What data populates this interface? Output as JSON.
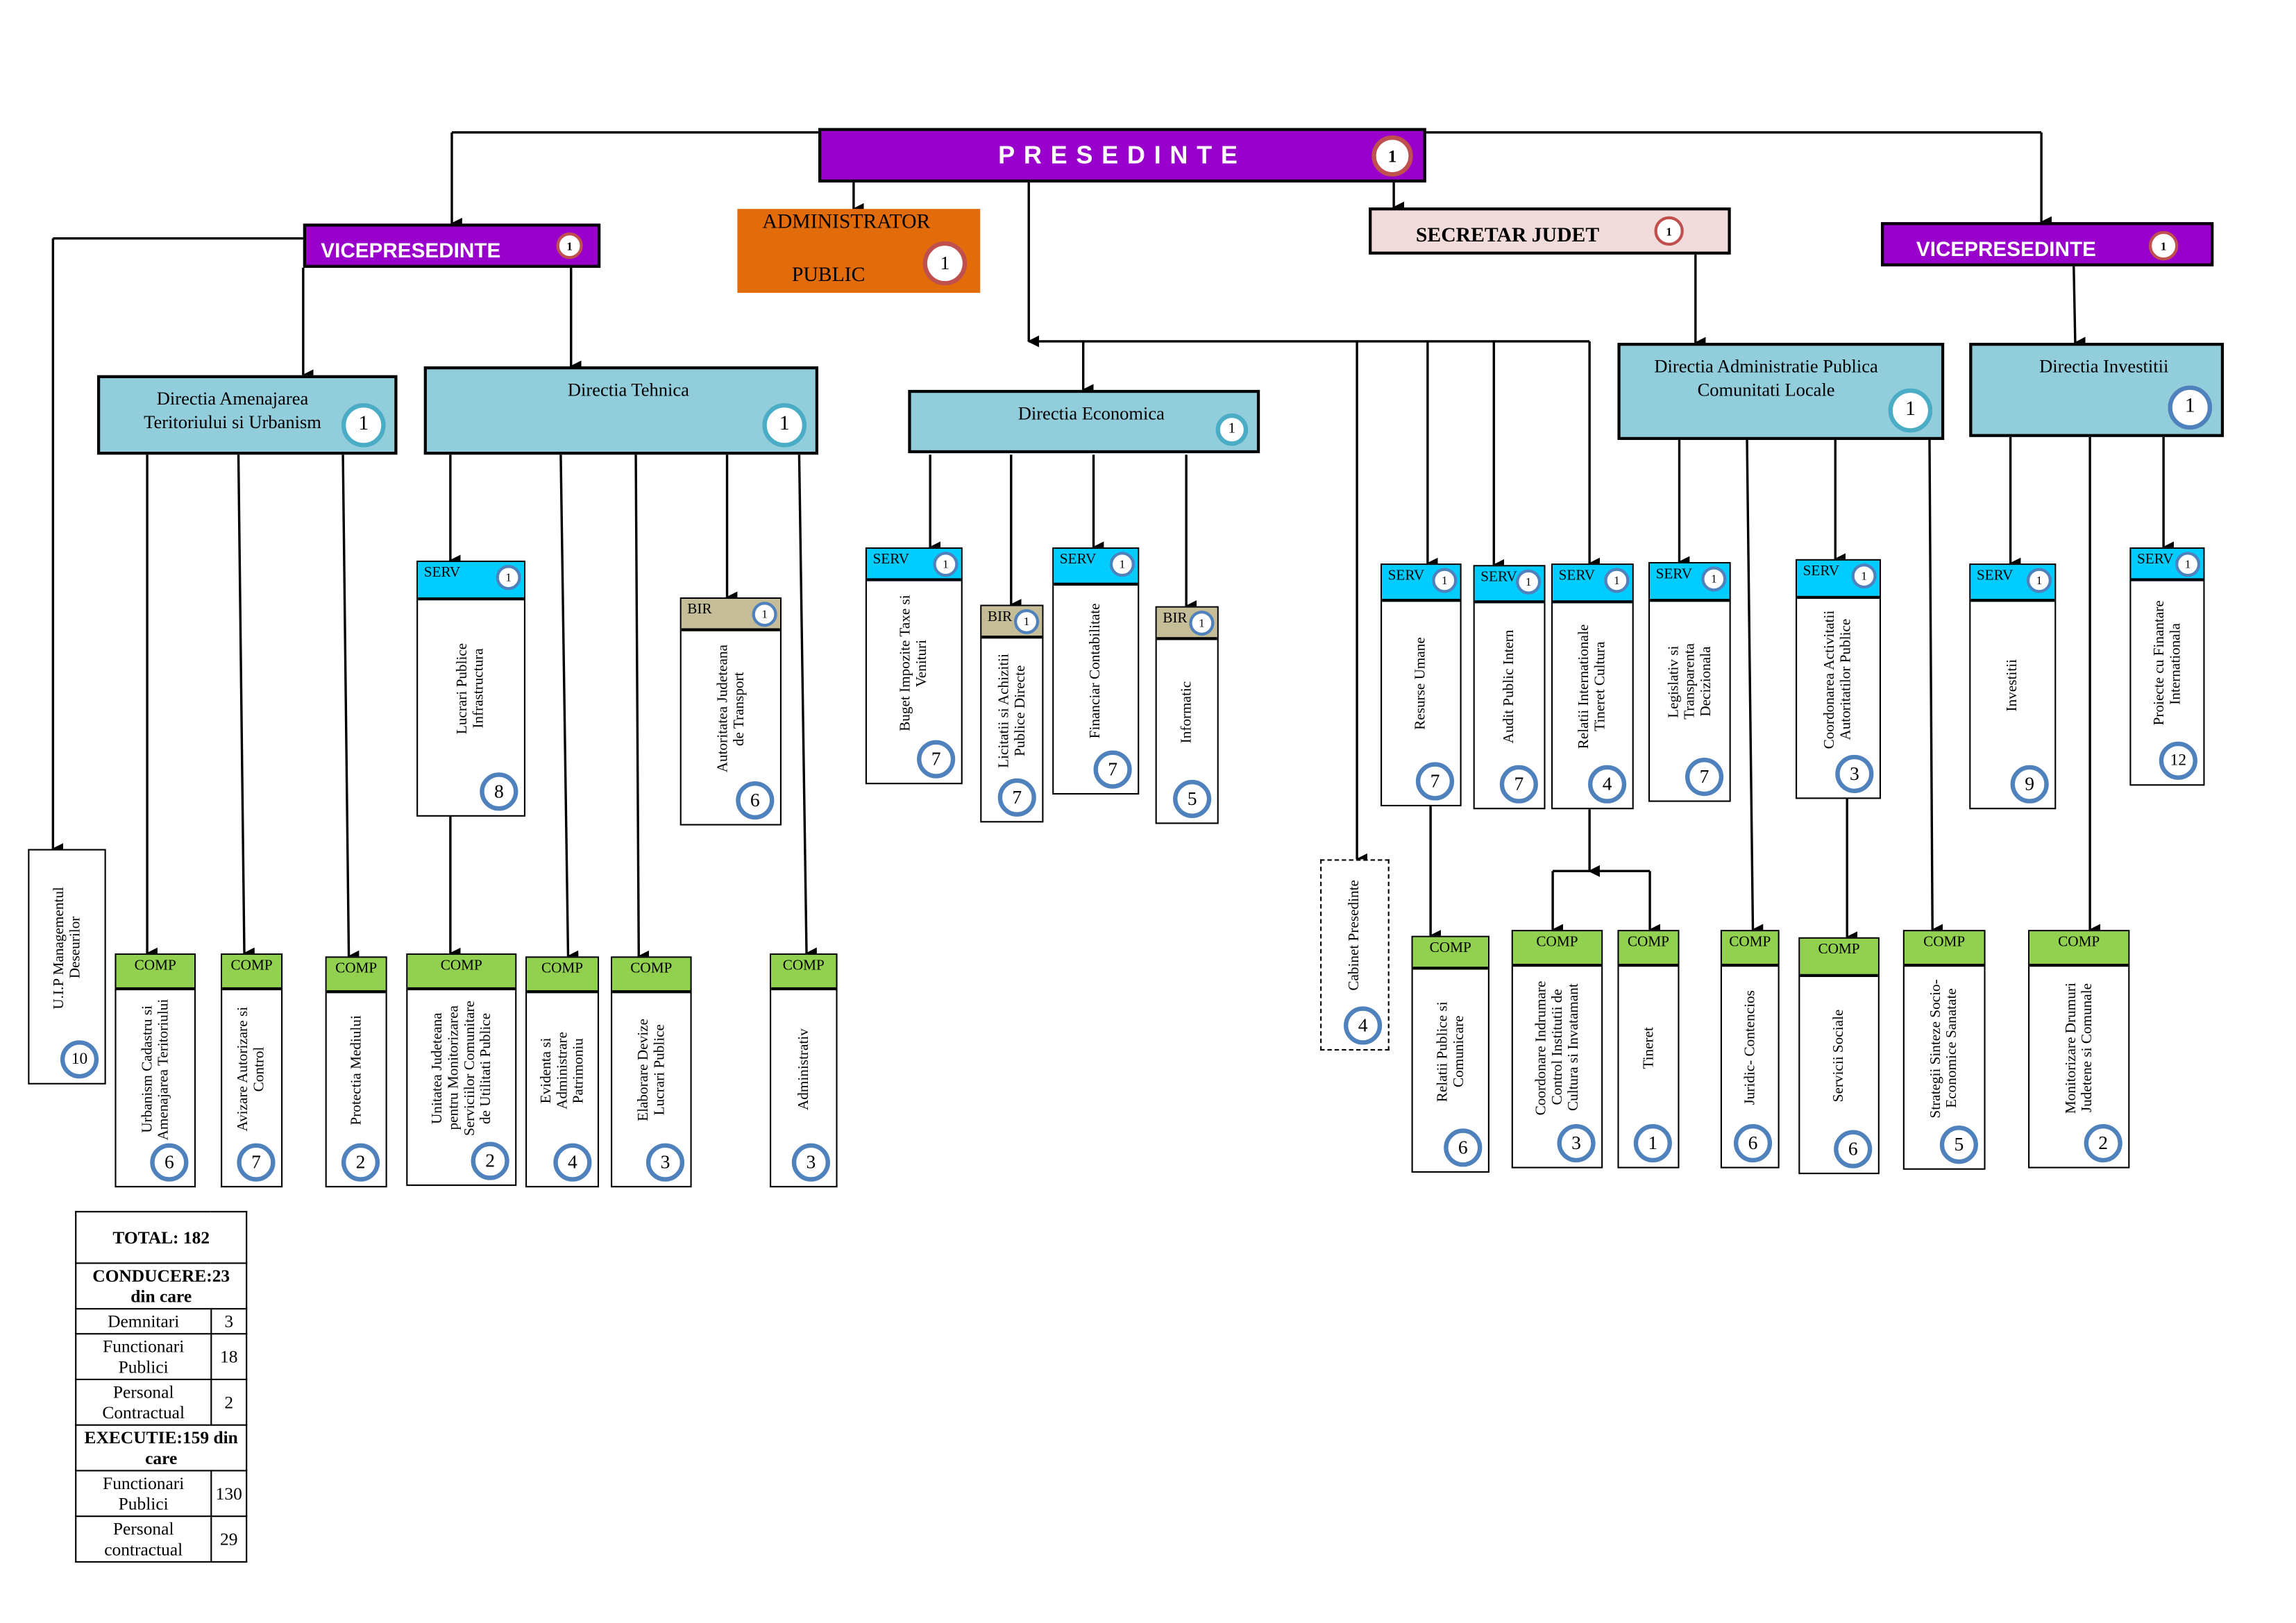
{
  "colors": {
    "leadership": "#9900cc",
    "administrator": "#e36c0a",
    "secretar": "#f2dcdb",
    "directie": "#92cddc",
    "serviciu": "#00ccff",
    "birou": "#c4bd97",
    "compartiment": "#92d050"
  },
  "top": {
    "presedinte": {
      "label": "PRESEDINTE",
      "count": "1"
    },
    "vicepresedinte_left": {
      "label": "VICEPRESEDINTE",
      "count": "1"
    },
    "administrator": {
      "line1": "ADMINISTRATOR",
      "line2": "PUBLIC",
      "count": "1"
    },
    "secretar": {
      "label": "SECRETAR JUDET",
      "count": "1"
    },
    "vicepresedinte_right": {
      "label": "VICEPRESEDINTE",
      "count": "1"
    }
  },
  "directions": [
    {
      "name": "Directia Amenajarea Teritoriului si Urbanism",
      "count": "1"
    },
    {
      "name": "Directia Tehnica",
      "count": "1"
    },
    {
      "name": "Directia Economica",
      "count": "1"
    },
    {
      "name": "Directia Administratie Publica Comunitati Locale",
      "count": "1"
    },
    {
      "name": "Directia Investitii",
      "count": "1"
    }
  ],
  "units": [
    {
      "type": "",
      "label": "U.I.P Managementul Deseurilor",
      "count": "10"
    },
    {
      "type": "COMP",
      "label": "Urbanism Cadastru si Amenajarea Teritoriului",
      "count": "6"
    },
    {
      "type": "COMP",
      "label": "Avizare Autorizare si Control",
      "count": "7"
    },
    {
      "type": "COMP",
      "label": "Protectia Mediului",
      "count": "2"
    },
    {
      "type": "SERV",
      "label": "Lucrari Publice Infrastructura",
      "count": "8",
      "head_count": "1"
    },
    {
      "type": "COMP",
      "label": "Unitatea Judeteana pentru Monitorizarea Serviciilor Comunitare de Utilitati Publice",
      "count": "2"
    },
    {
      "type": "COMP",
      "label": "Evidenta si Administrare Patrimoniu",
      "count": "4"
    },
    {
      "type": "COMP",
      "label": "Elaborare Devize Lucrari Publice",
      "count": "3"
    },
    {
      "type": "BIR",
      "label": "Autoritatea Judeteana de Transport",
      "count": "6",
      "head_count": "1"
    },
    {
      "type": "COMP",
      "label": "Administrativ",
      "count": "3"
    },
    {
      "type": "SERV",
      "label": "Buget Impozite Taxe si Venituri",
      "count": "7",
      "head_count": "1"
    },
    {
      "type": "BIR",
      "label": "Licitatii si Achizitii Publice Directe",
      "count": "7",
      "head_count": "1"
    },
    {
      "type": "SERV",
      "label": "Financiar Contabilitate",
      "count": "7",
      "head_count": "1"
    },
    {
      "type": "BIR",
      "label": "Informatic",
      "count": "5",
      "head_count": "1"
    },
    {
      "type": "",
      "label": "Cabinet Presedinte",
      "count": "4"
    },
    {
      "type": "SERV",
      "label": "Resurse Umane",
      "count": "7",
      "head_count": "1"
    },
    {
      "type": "SERV",
      "label": "Audit Public Intern",
      "count": "7",
      "head_count": "1"
    },
    {
      "type": "SERV",
      "label": "Relatii Internationale Tineret Cultura",
      "count": "4",
      "head_count": "1"
    },
    {
      "type": "SERV",
      "label": "Legislativ si Transparenta Decizionala",
      "count": "7",
      "head_count": "1"
    },
    {
      "type": "SERV",
      "label": "Coordonarea Activitatii Autoritatilor Publice",
      "count": "3",
      "head_count": "1"
    },
    {
      "type": "SERV",
      "label": "Investitii",
      "count": "9",
      "head_count": "1"
    },
    {
      "type": "SERV",
      "label": "Proiecte cu Finantare Internationala",
      "count": "12",
      "head_count": "1"
    },
    {
      "type": "COMP",
      "label": "Relatii Publice si Comunicare",
      "count": "6"
    },
    {
      "type": "COMP",
      "label": "Coordonare Indrumare Control Institutii de Cultura si Invatamant",
      "count": "3"
    },
    {
      "type": "COMP",
      "label": "Tineret",
      "count": "1"
    },
    {
      "type": "COMP",
      "label": "Juridic- Contencios",
      "count": "6"
    },
    {
      "type": "COMP",
      "label": "Servicii Sociale",
      "count": "6"
    },
    {
      "type": "COMP",
      "label": "Strategii Sinteze Socio-Economice Sanatate",
      "count": "5"
    },
    {
      "type": "COMP",
      "label": "Monitorizare Drumuri Judetene si Comunale",
      "count": "2"
    }
  ],
  "summary": {
    "total": "TOTAL: 182",
    "conducere": "CONDUCERE:23 din care",
    "conducere_rows": [
      {
        "label": "Demnitari",
        "value": "3"
      },
      {
        "label": "Functionari Publici",
        "value": "18"
      },
      {
        "label": "Personal Contractual",
        "value": "2"
      }
    ],
    "executie": "EXECUTIE:159 din care",
    "executie_rows": [
      {
        "label": "Functionari Publici",
        "value": "130"
      },
      {
        "label": "Personal contractual",
        "value": "29"
      }
    ]
  }
}
